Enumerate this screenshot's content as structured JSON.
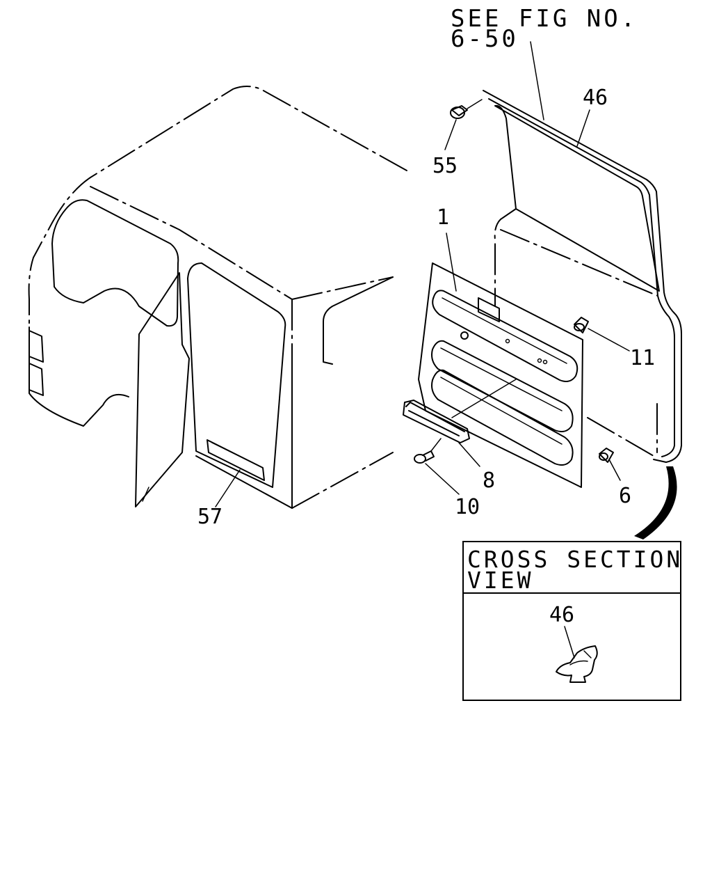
{
  "reference": {
    "line1": "SEE FIG NO.",
    "line2": "6-50"
  },
  "callouts": {
    "c46": "46",
    "c55": "55",
    "c1": "1",
    "c11": "11",
    "c8": "8",
    "c6": "6",
    "c10": "10",
    "c57": "57"
  },
  "inset": {
    "title_line1": "CROSS SECTION",
    "title_line2": "VIEW",
    "callout": "46"
  }
}
